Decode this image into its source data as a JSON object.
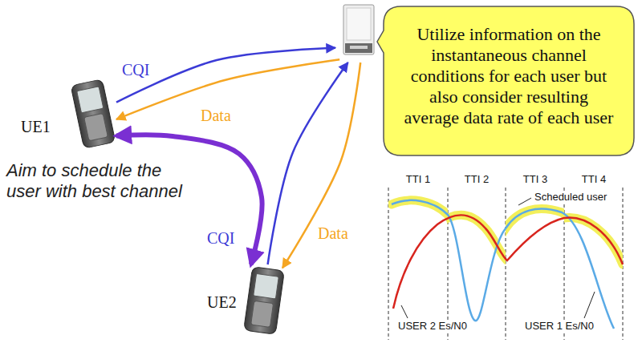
{
  "diagram": {
    "nodes": [
      {
        "text": []
      },
      {
        "text": [
          "UE1"
        ]
      },
      {
        "text": [
          "UE2"
        ]
      },
      {
        "text": [
          "Utilize information on the instantaneous channel conditions for each user but also consider resulting average data rate of each user"
        ]
      }
    ],
    "edges": [
      {
        "from": 1,
        "to": 0,
        "label": "CQI",
        "arrow": "to"
      },
      {
        "from": 0,
        "to": 1,
        "label": "Data",
        "arrow": "to"
      },
      {
        "from": 2,
        "to": 0,
        "label": "CQI",
        "arrow": "to"
      },
      {
        "from": 0,
        "to": 2,
        "label": "Data",
        "arrow": "to"
      },
      {
        "from": 1,
        "to": 2,
        "arrow": "both"
      }
    ],
    "labels": [
      "Aim to schedule the user with best channel",
      "TTI 1",
      "TTI 2",
      "TTI 3",
      "TTI 4",
      "Scheduled user",
      "USER 2 Es/N0",
      "USER 1 Es/N0"
    ]
  }
}
